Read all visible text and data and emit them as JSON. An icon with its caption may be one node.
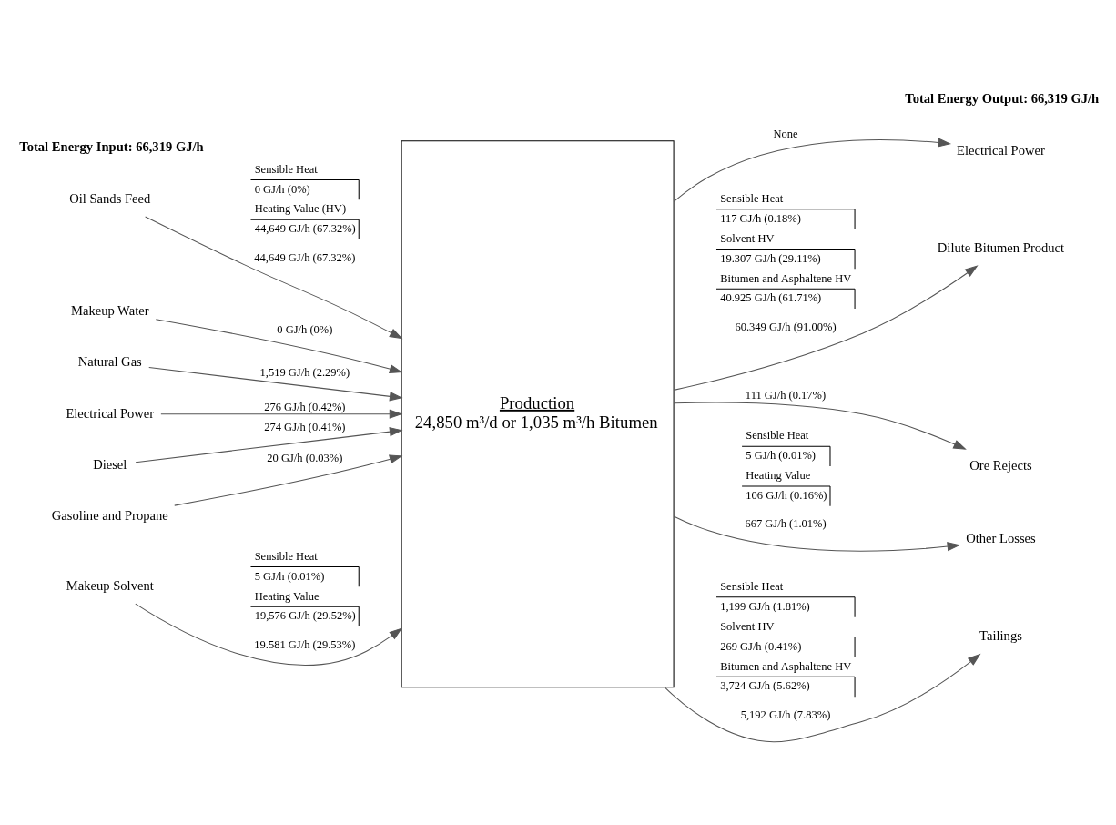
{
  "diagram": {
    "nodes": [
      {
        "text": [
          "Oil Sands Feed"
        ]
      },
      {
        "text": [
          "Makeup Water"
        ]
      },
      {
        "text": [
          "Natural Gas"
        ]
      },
      {
        "text": [
          "Electrical Power"
        ]
      },
      {
        "text": [
          "Diesel"
        ]
      },
      {
        "text": [
          "Gasoline and Propane"
        ]
      },
      {
        "text": [
          "Makeup Solvent"
        ]
      },
      {
        "text": [
          "Production",
          "24,850 m³/d or 1,035 m³/h Bitumen"
        ]
      },
      {
        "text": [
          "Dilute Bitumen Product"
        ]
      },
      {
        "text": [
          "Ore Rejects"
        ]
      },
      {
        "text": [
          "Electrical Power"
        ]
      },
      {
        "text": [
          "Tailings"
        ]
      },
      {
        "text": [
          "Other Losses"
        ]
      }
    ],
    "edges": [
      {
        "from": 0,
        "to": 7,
        "arrow": "to",
        "label": "44,649 GJ/h (67.32%)"
      },
      {
        "from": 1,
        "to": 7,
        "arrow": "to",
        "label": "0 GJ/h (0%)"
      },
      {
        "from": 2,
        "to": 7,
        "arrow": "to",
        "label": "1,519 GJ/h (2.29%)"
      },
      {
        "from": 3,
        "to": 7,
        "arrow": "to",
        "label": "276 GJ/h (0.42%)"
      },
      {
        "from": 4,
        "to": 7,
        "arrow": "to",
        "label": "274 GJ/h (0.41%)"
      },
      {
        "from": 5,
        "to": 7,
        "arrow": "to",
        "label": "20 GJ/h (0.03%)"
      },
      {
        "from": 6,
        "to": 7,
        "arrow": "to",
        "label": "19.581 GJ/h (29.53%)"
      },
      {
        "from": 7,
        "to": 8,
        "arrow": "to",
        "label": "60.349 GJ/h (91.00%)"
      },
      {
        "from": 7,
        "to": 9,
        "arrow": "to",
        "label": "111 GJ/h (0.17%)"
      },
      {
        "from": 7,
        "to": 10,
        "arrow": "to",
        "label": "None"
      },
      {
        "from": 7,
        "to": 11,
        "arrow": "to",
        "label": "5,192 GJ/h (7.83%)"
      },
      {
        "from": 7,
        "to": 12,
        "arrow": "to",
        "label": "667 GJ/h (1.01%)"
      }
    ],
    "labels": [
      "Sensible Heat",
      "0 GJ/h (0%)",
      "Heating Value (HV)",
      "44,649 GJ/h (67.32%)",
      "Sensible Heat",
      "5 GJ/h (0.01%)",
      "Heating Value",
      "19,576 GJ/h (29.52%)",
      "Sensible Heat",
      "117 GJ/h (0.18%)",
      "Solvent HV",
      "19.307 GJ/h (29.11%)",
      "Bitumen and Asphaltene HV",
      "40.925 GJ/h (61.71%)",
      "Sensible Heat",
      "5 GJ/h (0.01%)",
      "Heating Value",
      "106 GJ/h (0.16%)",
      "Sensible Heat",
      "1,199 GJ/h (1.81%)",
      "Solvent HV",
      "269 GJ/h (0.41%)",
      "Bitumen and Asphaltene HV",
      "3,724 GJ/h (5.62%)",
      "Total Energy Input: 66,319 GJ/h",
      "Total Energy Output: 66,319 GJ/h"
    ]
  }
}
